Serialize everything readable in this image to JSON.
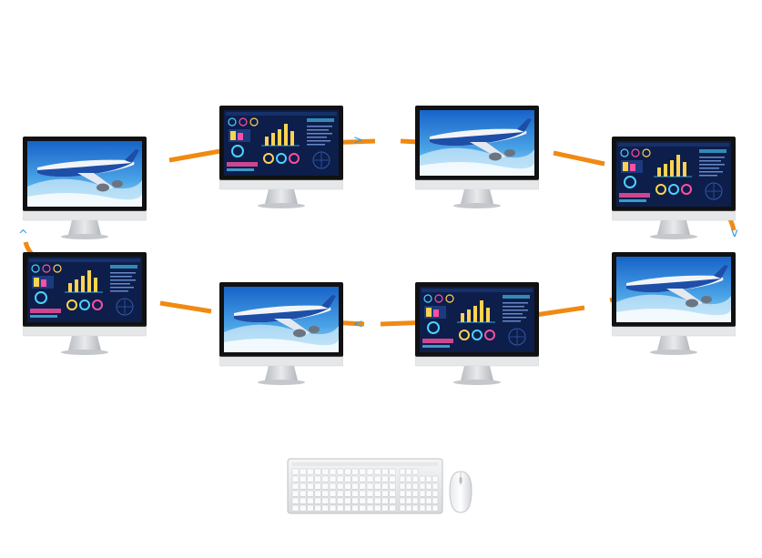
{
  "scene": {
    "description_kind": "multi-monitor chain",
    "monitors": [
      {
        "id": "m1",
        "screen": "airplane"
      },
      {
        "id": "m2",
        "screen": "dashboard"
      },
      {
        "id": "m3",
        "screen": "airplane"
      },
      {
        "id": "m4",
        "screen": "dashboard"
      },
      {
        "id": "m5",
        "screen": "dashboard"
      },
      {
        "id": "m6",
        "screen": "airplane"
      },
      {
        "id": "m7",
        "screen": "dashboard"
      },
      {
        "id": "m8",
        "screen": "airplane"
      }
    ],
    "arrow_glyphs": {
      "up": "^",
      "down": "v",
      "right": ">",
      "left": "<"
    }
  },
  "colors": {
    "link": "#f08a12",
    "arrow": "#3a9ad9",
    "bezel": "#111111",
    "stand": "#c9ccd1",
    "sky_top": "#1763c9",
    "sky_bottom": "#9fd7f2",
    "dash_bg": "#0d1e4a"
  }
}
